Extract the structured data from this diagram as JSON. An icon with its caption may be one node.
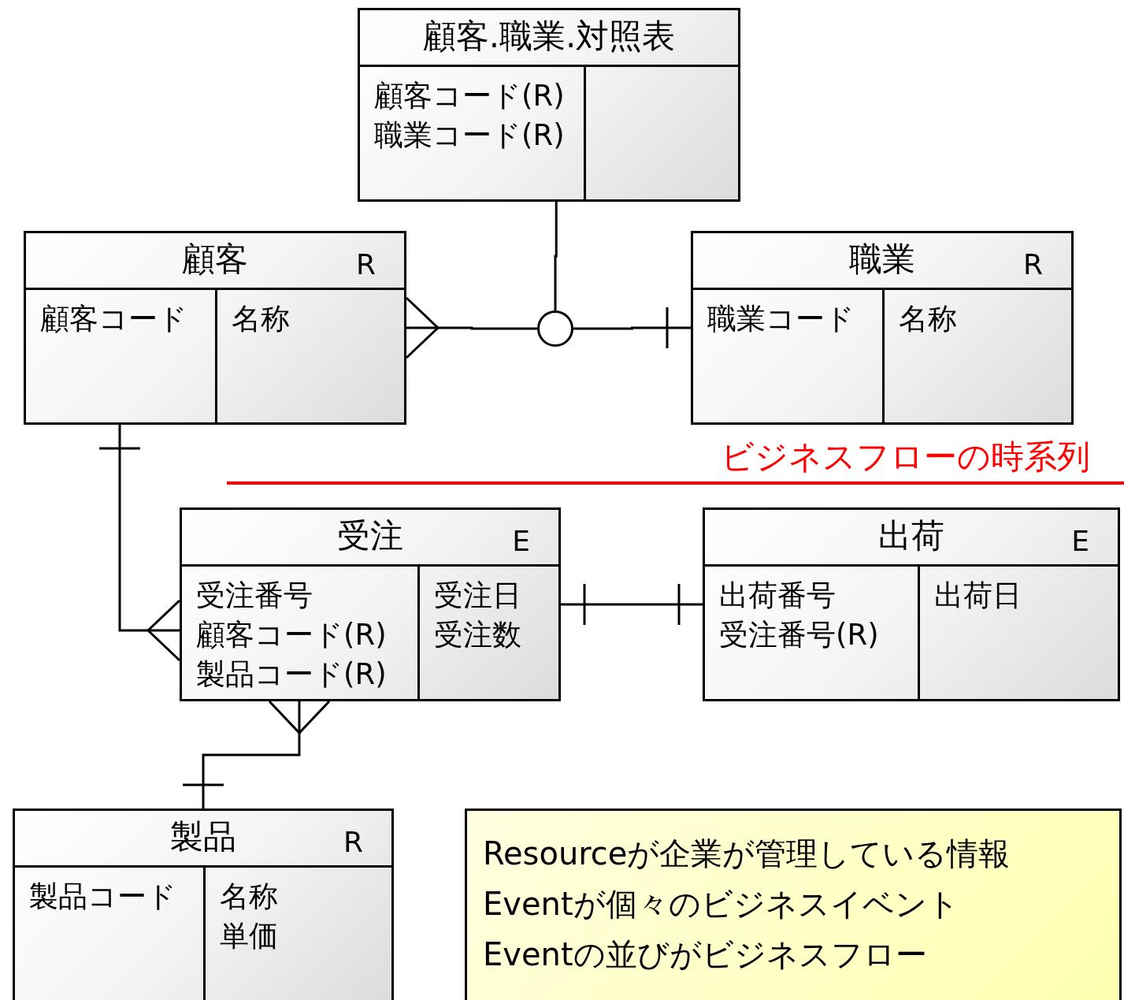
{
  "diagram": {
    "nodes": [
      {
        "text": [
          "顧客.職業.対照表",
          "顧客コード(R)",
          "職業コード(R)"
        ]
      },
      {
        "text": [
          "顧客",
          "R",
          "顧客コード",
          "名称"
        ]
      },
      {
        "text": [],
        "shape": "circle"
      },
      {
        "text": [
          "職業",
          "R",
          "職業コード",
          "名称"
        ]
      },
      {
        "text": [
          "受注",
          "E",
          "受注番号",
          "顧客コード(R)",
          "製品コード(R)",
          "受注日",
          "受注数"
        ]
      },
      {
        "text": [
          "出荷",
          "E",
          "出荷番号",
          "受注番号(R)",
          "出荷日"
        ]
      },
      {
        "text": [
          "製品",
          "R",
          "製品コード",
          "名称",
          "単価"
        ]
      },
      {
        "text": [
          "Resourceが企業が管理している情報",
          "Eventが個々のビジネスイベント",
          "Eventの並びがビジネスフロー"
        ]
      }
    ],
    "edges": [
      {
        "from": 1,
        "to": 2,
        "arrow": "other"
      },
      {
        "from": 2,
        "to": 3,
        "arrow": "other"
      },
      {
        "from": 0,
        "to": 2,
        "arrow": "none"
      },
      {
        "from": 1,
        "to": 4,
        "arrow": "other"
      },
      {
        "from": 4,
        "to": 5,
        "arrow": "other"
      },
      {
        "from": 4,
        "to": 6,
        "arrow": "other"
      }
    ],
    "labels": [
      "ビジネスフローの時系列"
    ]
  }
}
